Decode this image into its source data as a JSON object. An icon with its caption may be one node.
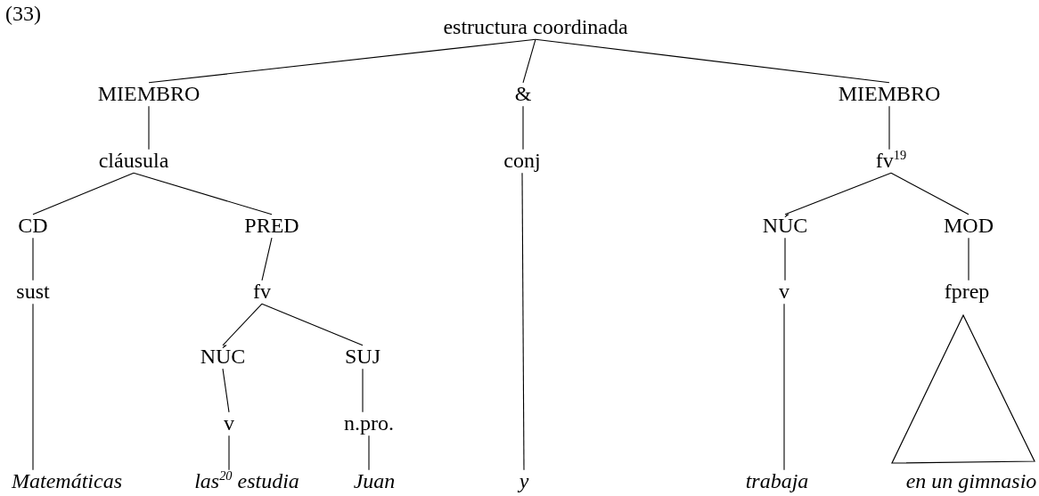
{
  "diagram": {
    "nodes": [
      {
        "text": [
          "estructura coordinada"
        ]
      },
      {
        "text": [
          "MIEMBRO"
        ]
      },
      {
        "text": [
          "&"
        ]
      },
      {
        "text": [
          "MIEMBRO"
        ]
      },
      {
        "text": [
          "cláusula"
        ]
      },
      {
        "text": [
          "conj"
        ]
      },
      {
        "text": [
          "fv$^{19}$"
        ]
      },
      {
        "text": [
          "CD"
        ]
      },
      {
        "text": [
          "PRED"
        ]
      },
      {
        "text": [
          "NÚC"
        ]
      },
      {
        "text": [
          "MOD"
        ]
      },
      {
        "text": [
          "sust"
        ]
      },
      {
        "text": [
          "fv"
        ]
      },
      {
        "text": [
          "v"
        ]
      },
      {
        "text": [
          "fprep"
        ]
      },
      {
        "text": [
          "NÚC"
        ]
      },
      {
        "text": [
          "SUJ"
        ]
      },
      {
        "text": [
          "v"
        ]
      },
      {
        "text": [
          "n.pro."
        ]
      },
      {
        "text": [
          "Matemáticas"
        ]
      },
      {
        "text": [
          "las$^{20}$ estudia"
        ]
      },
      {
        "text": [
          "Juan"
        ]
      },
      {
        "text": [
          "y"
        ]
      },
      {
        "text": [
          "trabaja"
        ]
      },
      {
        "text": [],
        "shape": "triangle"
      },
      {
        "text": [
          "en un gimnasio"
        ]
      }
    ],
    "edges": [
      {
        "from": 0,
        "to": 1,
        "arrow": "none"
      },
      {
        "from": 0,
        "to": 2,
        "arrow": "none"
      },
      {
        "from": 0,
        "to": 3,
        "arrow": "none"
      },
      {
        "from": 1,
        "to": 4,
        "arrow": "none"
      },
      {
        "from": 2,
        "to": 5,
        "arrow": "none"
      },
      {
        "from": 3,
        "to": 6,
        "arrow": "none"
      },
      {
        "from": 4,
        "to": 7,
        "arrow": "none"
      },
      {
        "from": 4,
        "to": 8,
        "arrow": "none"
      },
      {
        "from": 6,
        "to": 9,
        "arrow": "none"
      },
      {
        "from": 6,
        "to": 10,
        "arrow": "none"
      },
      {
        "from": 7,
        "to": 11,
        "arrow": "none"
      },
      {
        "from": 8,
        "to": 12,
        "arrow": "none"
      },
      {
        "from": 9,
        "to": 13,
        "arrow": "none"
      },
      {
        "from": 10,
        "to": 14,
        "arrow": "none"
      },
      {
        "from": 12,
        "to": 15,
        "arrow": "none"
      },
      {
        "from": 12,
        "to": 16,
        "arrow": "none"
      },
      {
        "from": 15,
        "to": 17,
        "arrow": "none"
      },
      {
        "from": 16,
        "to": 18,
        "arrow": "none"
      },
      {
        "from": 11,
        "to": 19,
        "arrow": "none"
      },
      {
        "from": 17,
        "to": 20,
        "arrow": "none"
      },
      {
        "from": 18,
        "to": 21,
        "arrow": "none"
      },
      {
        "from": 5,
        "to": 22,
        "arrow": "none"
      },
      {
        "from": 13,
        "to": 23,
        "arrow": "none"
      }
    ],
    "labels": [
      "(33)"
    ]
  }
}
